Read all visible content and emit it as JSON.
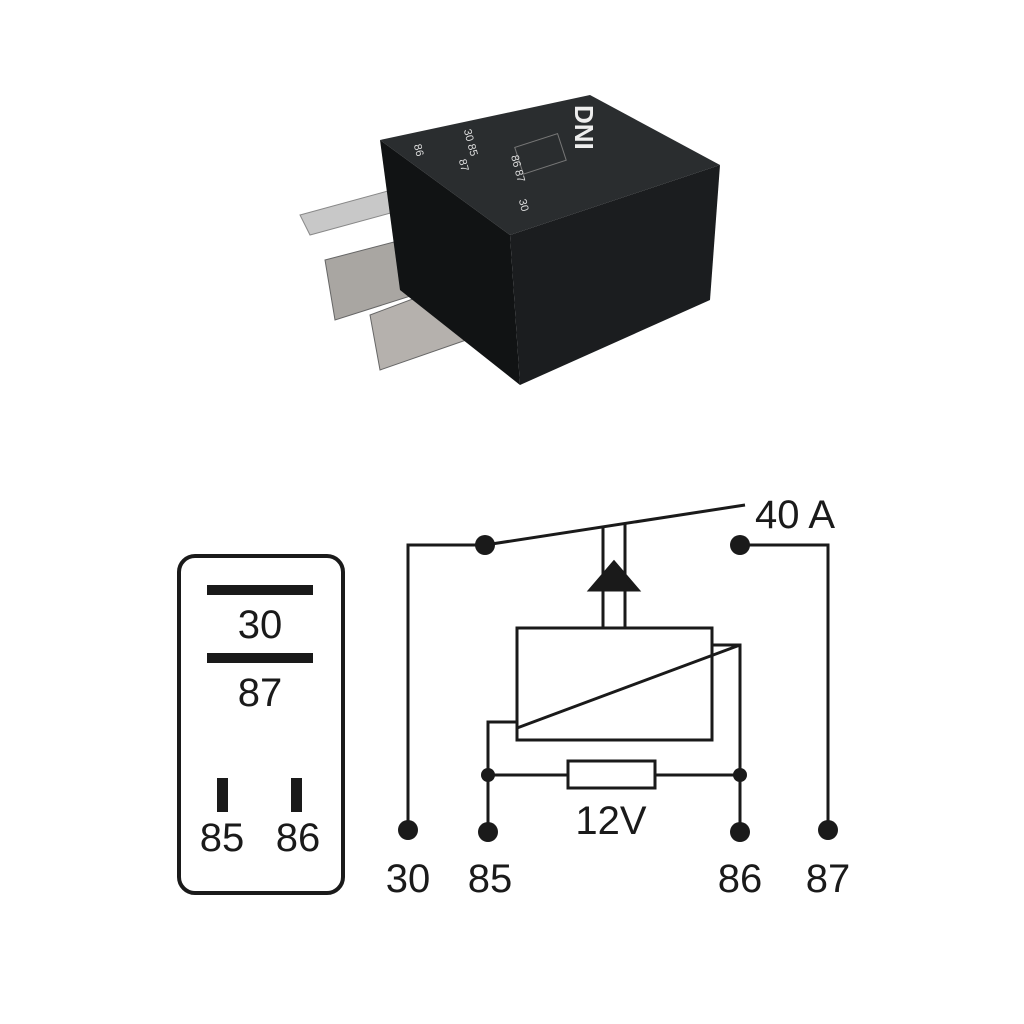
{
  "photo": {
    "logo": "DNI",
    "case_markings": [
      "86",
      "30 85",
      "87",
      "86 87",
      "30"
    ]
  },
  "pinout": {
    "pins": [
      {
        "label": "30"
      },
      {
        "label": "87"
      },
      {
        "label": "85"
      },
      {
        "label": "86"
      }
    ]
  },
  "schematic": {
    "current_rating": "40 A",
    "coil_voltage": "12V",
    "terminals": [
      "30",
      "85",
      "86",
      "87"
    ]
  },
  "colors": {
    "relay_body": "#1e2022",
    "line": "#1a1a1a"
  }
}
